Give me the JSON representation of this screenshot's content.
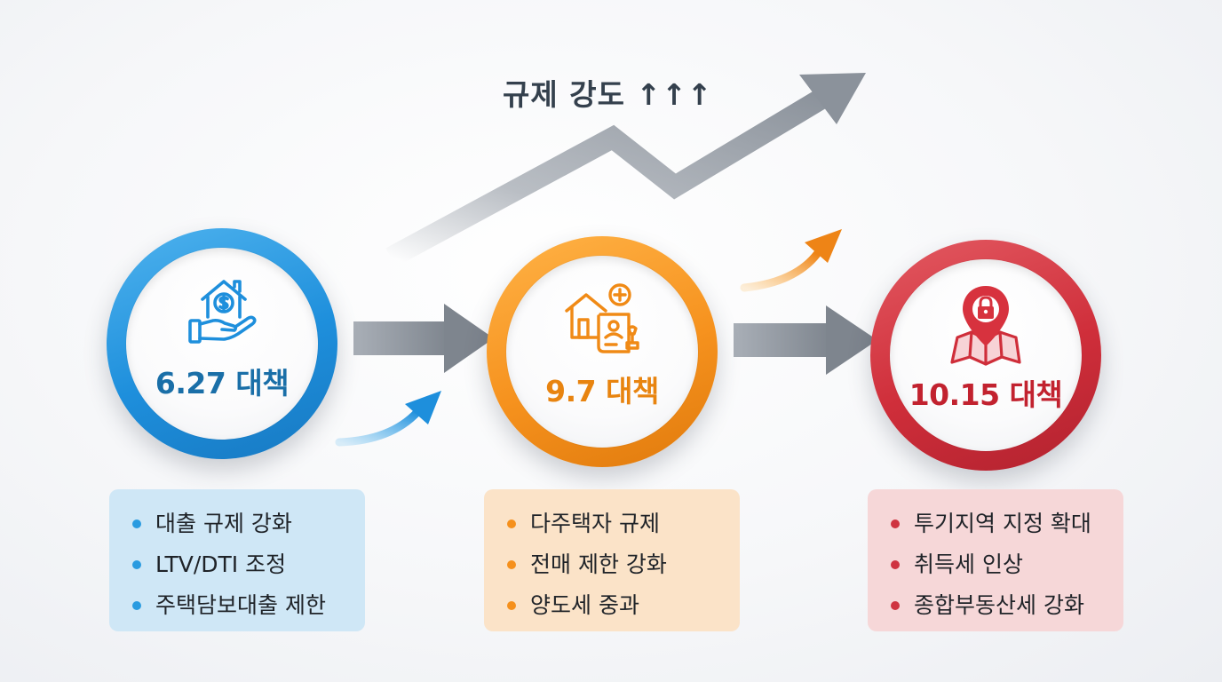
{
  "headline": {
    "text": "규제 강도 ↑↑↑"
  },
  "steps": [
    {
      "title": "6.27 대책",
      "icon": "house-dollar-hand-icon",
      "color": "#1e8fdc",
      "title_color": "#1a6fa8",
      "dot_color": "#2a9be0",
      "items": [
        "대출 규제 강화",
        "LTV/DTI 조정",
        "주택담보대출 제한"
      ]
    },
    {
      "title": "9.7 대책",
      "icon": "house-document-stamp-icon",
      "color": "#f6921e",
      "title_color": "#e88410",
      "dot_color": "#f5901c",
      "items": [
        "다주택자 규제",
        "전매 제한 강화",
        "양도세 중과"
      ]
    },
    {
      "title": "10.15 대책",
      "icon": "location-pin-lock-map-icon",
      "color": "#cf2e3a",
      "title_color": "#c2222f",
      "dot_color": "#cf3340",
      "items": [
        "투기지역 지정 확대",
        "취득세 인상",
        "종합부동산세 강화"
      ]
    }
  ]
}
